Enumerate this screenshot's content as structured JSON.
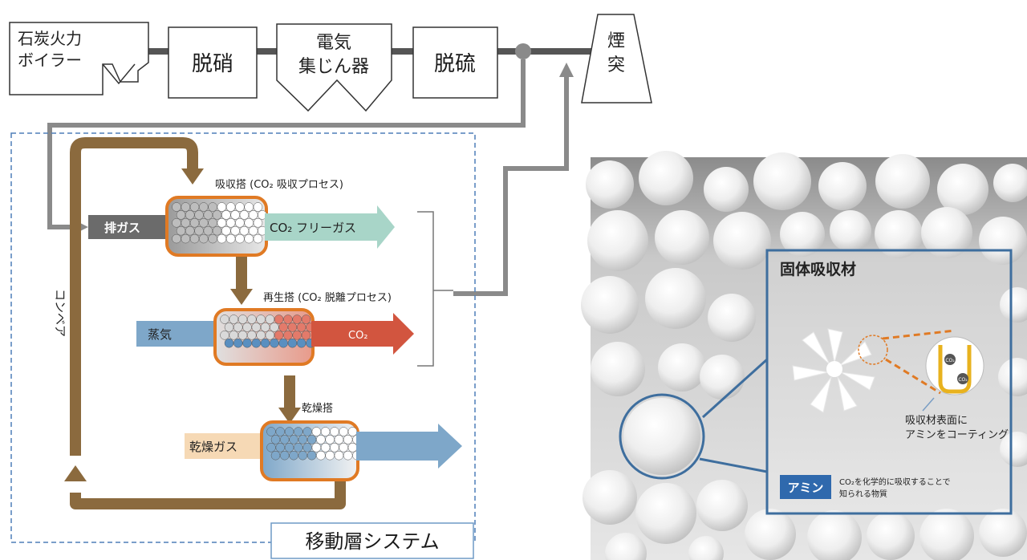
{
  "pipeline": {
    "boiler": [
      "石炭火力",
      "ボイラー"
    ],
    "denitration": "脱硝",
    "precipitator": [
      "電気",
      "集じん器"
    ],
    "desulfurization": "脱硫",
    "chimney": [
      "煙",
      "突"
    ]
  },
  "moving_bed": {
    "system_label": "移動層システム",
    "conveyor_label": "コンベア",
    "absorber": {
      "title": "吸収搭 (CO₂ 吸収プロセス)",
      "input": "排ガス",
      "output": "CO₂ フリーガス"
    },
    "regenerator": {
      "title": "再生搭 (CO₂ 脱離プロセス)",
      "input": "蒸気",
      "output": "CO₂"
    },
    "dryer": {
      "title": "乾燥搭",
      "input": "乾燥ガス"
    }
  },
  "photo": {
    "panel_title": "固体吸収材",
    "coating_note": [
      "吸収材表面に",
      "アミンをコーティング"
    ],
    "co2_bubble": "CO₂",
    "amine_badge": "アミン",
    "amine_desc": [
      "CO₂を化学的に吸収することで",
      "知られる物質"
    ]
  },
  "colors": {
    "conveyor": "#8b6a3e",
    "flue_line": "#8a8a8a",
    "exhaust_arrow": "#6b6b6b",
    "co2_free_arrow": "#a8d5c8",
    "steam_arrow": "#7ea7c9",
    "co2_arrow": "#d2553f",
    "dry_gas_arrow": "#f6d9b5",
    "dry_out_arrow": "#7ea7c9",
    "tower_border": "#e07a24",
    "tower_fill": "#3c3c3c",
    "dashed_box": "#4f7fb8",
    "panel_border": "#3e6e9e",
    "amine_badge": "#2f69ad"
  }
}
